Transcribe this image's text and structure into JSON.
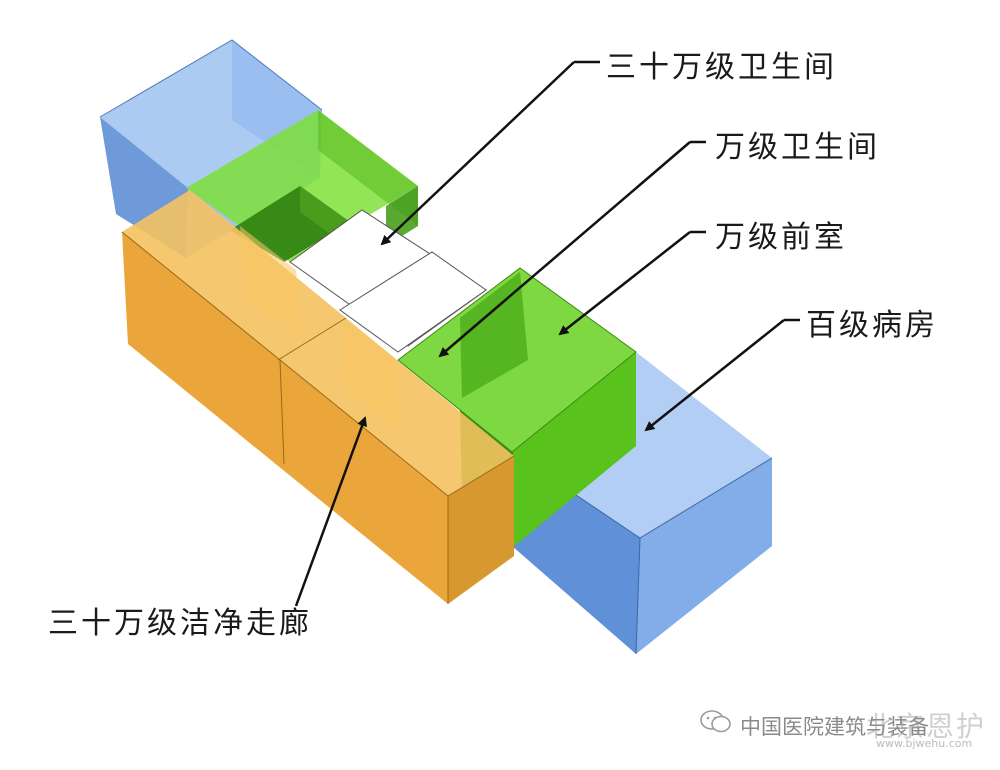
{
  "labels": {
    "top_toilet": "三十万级卫生间",
    "toilet_10k": "万级卫生间",
    "anteroom_10k": "万级前室",
    "ward_100": "百级病房",
    "corridor_300k": "三十万级洁净走廊"
  },
  "watermark": {
    "text": "中国医院建筑与装备",
    "overlay": "北京恩护",
    "url": "www.bjwehu.com"
  },
  "colors": {
    "blue": "#7aa9e8",
    "green": "#5fcf1f",
    "orange": "#eda838",
    "white": "#ffffff",
    "text": "#1a1a1a"
  }
}
